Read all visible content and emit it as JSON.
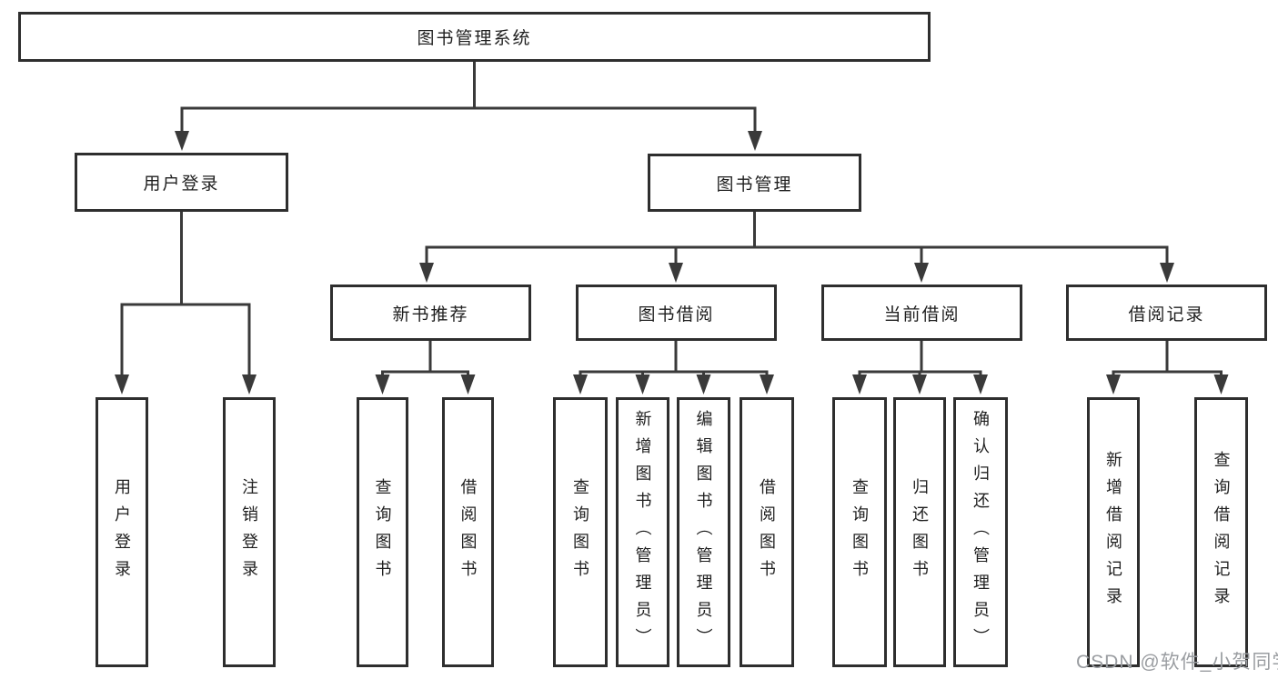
{
  "diagram": {
    "tree": {
      "root": {
        "label": "图书管理系统"
      },
      "branches": [
        {
          "label": "用户登录",
          "children": [
            {
              "label": "用户登录"
            },
            {
              "label": "注销登录"
            }
          ]
        },
        {
          "label": "图书管理",
          "children": [
            {
              "label": "新书推荐",
              "children": [
                {
                  "label": "查询图书"
                },
                {
                  "label": "借阅图书"
                }
              ]
            },
            {
              "label": "图书借阅",
              "children": [
                {
                  "label": "查询图书"
                },
                {
                  "label": "新增图书（管理员）"
                },
                {
                  "label": "编辑图书（管理员）"
                },
                {
                  "label": "借阅图书"
                }
              ]
            },
            {
              "label": "当前借阅",
              "children": [
                {
                  "label": "查询图书"
                },
                {
                  "label": "归还图书"
                },
                {
                  "label": "确认归还（管理员）"
                }
              ]
            },
            {
              "label": "借阅记录",
              "children": [
                {
                  "label": "新增借阅记录"
                },
                {
                  "label": "查询借阅记录"
                }
              ]
            }
          ]
        }
      ]
    },
    "watermark": "CSDN @软件_小贺同学",
    "colors": {
      "line": "#3a3a3a",
      "box_border": "#2e2e2e",
      "text": "#1f1f1f",
      "watermark": "#9a9da1",
      "background": "#ffffff"
    }
  }
}
